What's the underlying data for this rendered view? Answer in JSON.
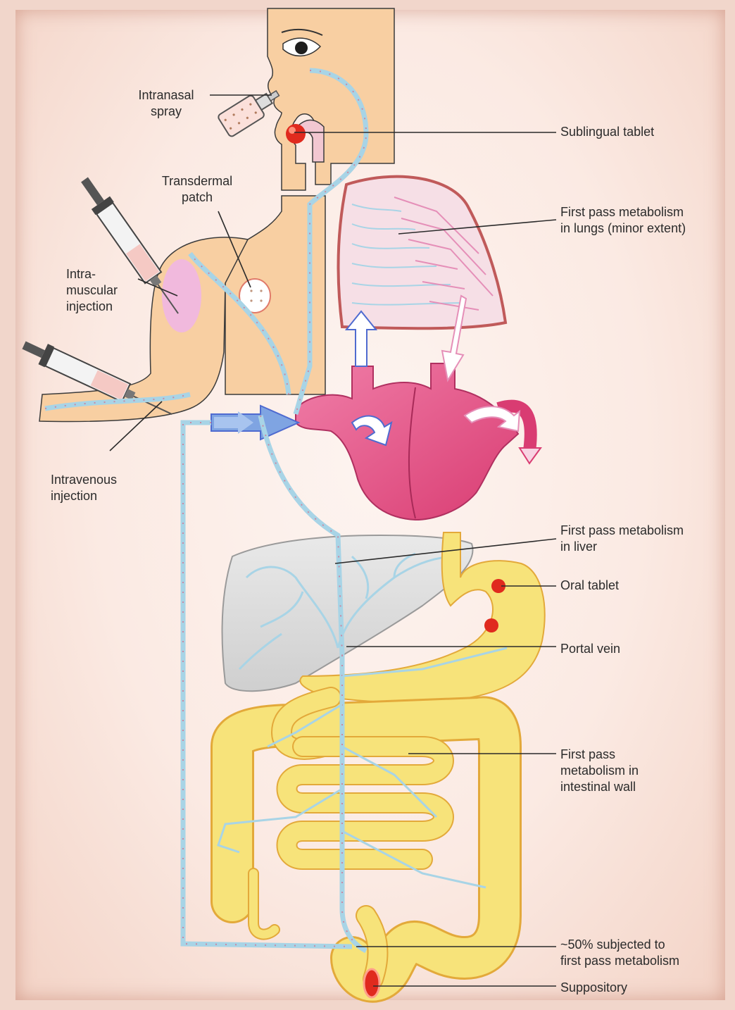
{
  "labels": {
    "intranasal": "Intranasal\nspray",
    "sublingual": "Sublingual tablet",
    "transdermal": "Transdermal\npatch",
    "lungs": "First pass metabolism\nin lungs (minor extent)",
    "intramuscular": "Intra-\nmuscular\ninjection",
    "intravenous": "Intravenous\ninjection",
    "liver": "First pass metabolism\nin liver",
    "oral": "Oral tablet",
    "portal": "Portal vein",
    "intestinal": "First pass\nmetabolism in\nintestinal wall",
    "rectal": "~50% subjected to\nfirst pass metabolism",
    "suppository": "Suppository"
  },
  "colors": {
    "skin": "#f8cfa2",
    "skin_outline": "#3b3b3b",
    "vessel": "#a8d4e6",
    "vessel_dots": "#c98aa3",
    "heart": "#e85c8c",
    "lung": "#f6dfe6",
    "lung_outline": "#c05a5a",
    "gut": "#f7e37a",
    "gut_outline": "#e3a93a",
    "liver": "#dcdcdc",
    "drug": "#e02a1e",
    "leader": "#2b2b2b"
  },
  "icons": [
    "syringe-icon",
    "spray-bottle-icon",
    "patch-icon",
    "tablet-icon",
    "suppository-icon"
  ]
}
